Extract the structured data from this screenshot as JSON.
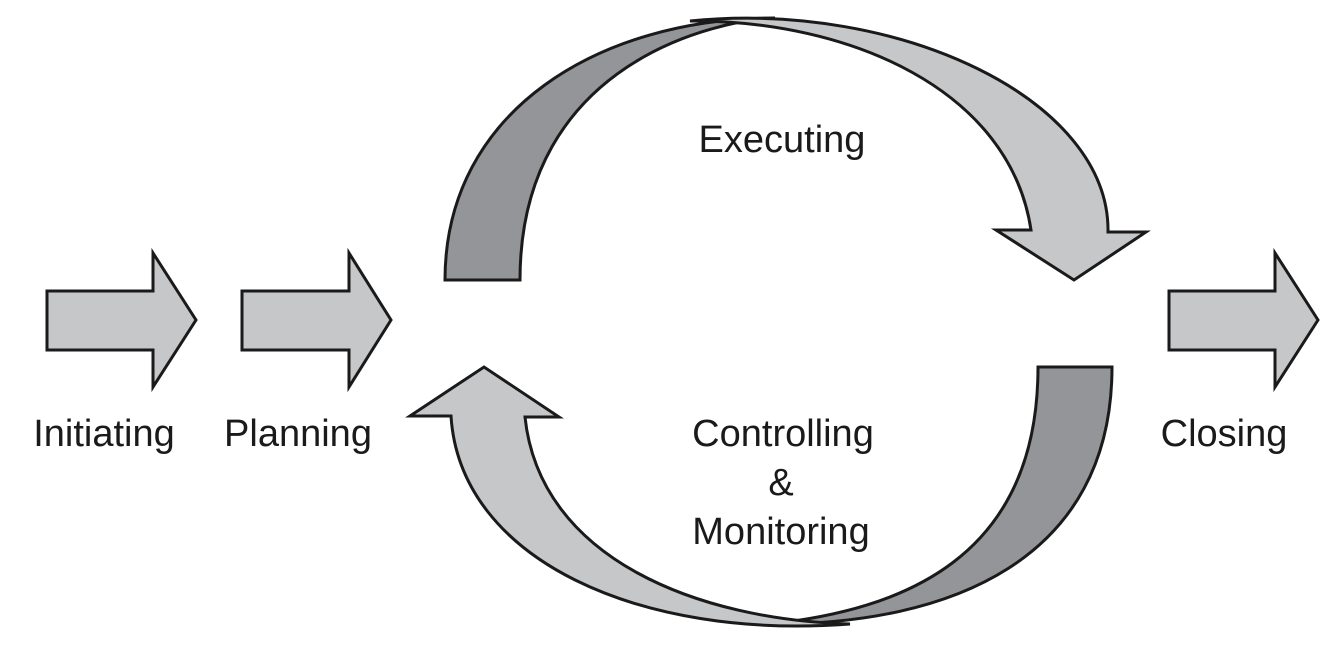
{
  "phases": {
    "initiating": "Initiating",
    "planning": "Planning",
    "executing": "Executing",
    "controlling_line1": "Controlling",
    "controlling_line2": "&",
    "controlling_line3": "Monitoring",
    "closing": "Closing"
  },
  "colors": {
    "light_fill": "#c6c7c9",
    "dark_fill": "#949598",
    "stroke": "#1a1a1a",
    "background": "#ffffff"
  }
}
